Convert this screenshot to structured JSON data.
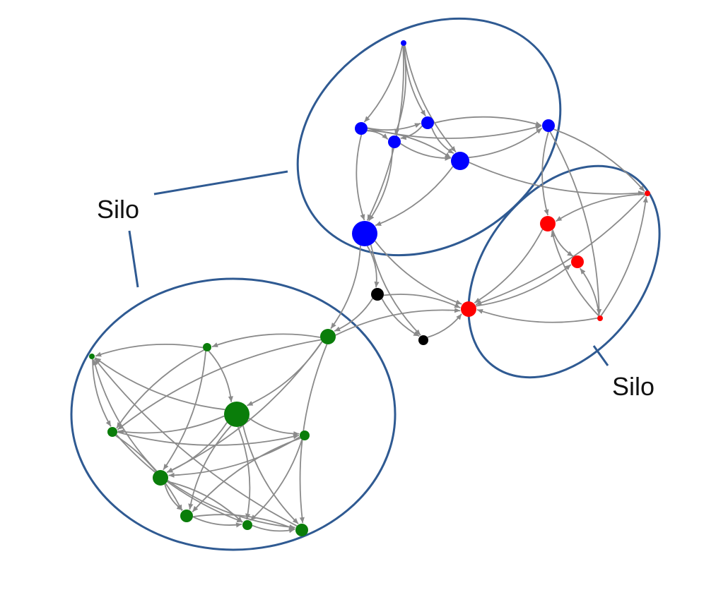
{
  "labels": {
    "silo_left": "Silo",
    "silo_right": "Silo"
  },
  "colors": {
    "group_outline": "#2f5a92",
    "edge": "#8a8a8a",
    "blue": "#0000ff",
    "red": "#ff0000",
    "green": "#0a7d0a",
    "black": "#000000"
  },
  "groups": [
    {
      "id": "silo-blue",
      "members": "blue"
    },
    {
      "id": "silo-red",
      "members": "red"
    },
    {
      "id": "silo-green",
      "members": "green"
    }
  ],
  "nodes": [
    {
      "id": "b1",
      "color": "blue"
    },
    {
      "id": "b2",
      "color": "blue"
    },
    {
      "id": "b3",
      "color": "blue"
    },
    {
      "id": "b4",
      "color": "blue"
    },
    {
      "id": "b5",
      "color": "blue"
    },
    {
      "id": "b6",
      "color": "blue"
    },
    {
      "id": "b7",
      "color": "blue"
    },
    {
      "id": "r1",
      "color": "red"
    },
    {
      "id": "r2",
      "color": "red"
    },
    {
      "id": "r3",
      "color": "red"
    },
    {
      "id": "r4",
      "color": "red"
    },
    {
      "id": "r5",
      "color": "red"
    },
    {
      "id": "k1",
      "color": "black"
    },
    {
      "id": "k2",
      "color": "black"
    },
    {
      "id": "g1",
      "color": "green"
    },
    {
      "id": "g2",
      "color": "green"
    },
    {
      "id": "g3",
      "color": "green"
    },
    {
      "id": "g4",
      "color": "green"
    },
    {
      "id": "g5",
      "color": "green"
    },
    {
      "id": "g6",
      "color": "green"
    },
    {
      "id": "g7",
      "color": "green"
    },
    {
      "id": "g8",
      "color": "green"
    },
    {
      "id": "g9",
      "color": "green"
    },
    {
      "id": "g10",
      "color": "green"
    }
  ],
  "edges": [
    [
      "b1",
      "b2"
    ],
    [
      "b1",
      "b3"
    ],
    [
      "b1",
      "b4"
    ],
    [
      "b1",
      "b5"
    ],
    [
      "b1",
      "b7"
    ],
    [
      "b2",
      "b3"
    ],
    [
      "b2",
      "b4"
    ],
    [
      "b2",
      "b6"
    ],
    [
      "b2",
      "b5"
    ],
    [
      "b2",
      "b7"
    ],
    [
      "b3",
      "b4"
    ],
    [
      "b3",
      "b5"
    ],
    [
      "b3",
      "b6"
    ],
    [
      "b4",
      "b5"
    ],
    [
      "b4",
      "b7"
    ],
    [
      "b5",
      "b6"
    ],
    [
      "b5",
      "b7"
    ],
    [
      "b5",
      "r1"
    ],
    [
      "b6",
      "r5"
    ],
    [
      "b6",
      "r2"
    ],
    [
      "b6",
      "r1"
    ],
    [
      "b7",
      "r4"
    ],
    [
      "b7",
      "k1"
    ],
    [
      "b7",
      "k2"
    ],
    [
      "b7",
      "g1"
    ],
    [
      "r1",
      "r2"
    ],
    [
      "r1",
      "r4"
    ],
    [
      "r2",
      "r3"
    ],
    [
      "r2",
      "r4"
    ],
    [
      "r5",
      "r1"
    ],
    [
      "r5",
      "r2"
    ],
    [
      "r5",
      "r3"
    ],
    [
      "r5",
      "r4"
    ],
    [
      "r4",
      "r3"
    ],
    [
      "k1",
      "r4"
    ],
    [
      "k1",
      "k2"
    ],
    [
      "k1",
      "g1"
    ],
    [
      "k2",
      "r4"
    ],
    [
      "g1",
      "r4"
    ],
    [
      "g1",
      "g2"
    ],
    [
      "g1",
      "g3"
    ],
    [
      "g1",
      "g4"
    ],
    [
      "g1",
      "g6"
    ],
    [
      "g1",
      "g9"
    ],
    [
      "g2",
      "g3"
    ],
    [
      "g2",
      "g4"
    ],
    [
      "g2",
      "g6"
    ],
    [
      "g2",
      "g10"
    ],
    [
      "g3",
      "g4"
    ],
    [
      "g3",
      "g5"
    ],
    [
      "g3",
      "g6"
    ],
    [
      "g3",
      "g7"
    ],
    [
      "g3",
      "g8"
    ],
    [
      "g3",
      "g9"
    ],
    [
      "g3",
      "g10"
    ],
    [
      "g4",
      "g5"
    ],
    [
      "g4",
      "g7"
    ],
    [
      "g4",
      "g8"
    ],
    [
      "g5",
      "g6"
    ],
    [
      "g5",
      "g7"
    ],
    [
      "g5",
      "g8"
    ],
    [
      "g6",
      "g7"
    ],
    [
      "g6",
      "g8"
    ],
    [
      "g6",
      "g9"
    ],
    [
      "g6",
      "g10"
    ],
    [
      "g7",
      "g8"
    ],
    [
      "g7",
      "g9"
    ],
    [
      "g8",
      "g9"
    ],
    [
      "g9",
      "g10"
    ],
    [
      "g10",
      "g4"
    ]
  ]
}
